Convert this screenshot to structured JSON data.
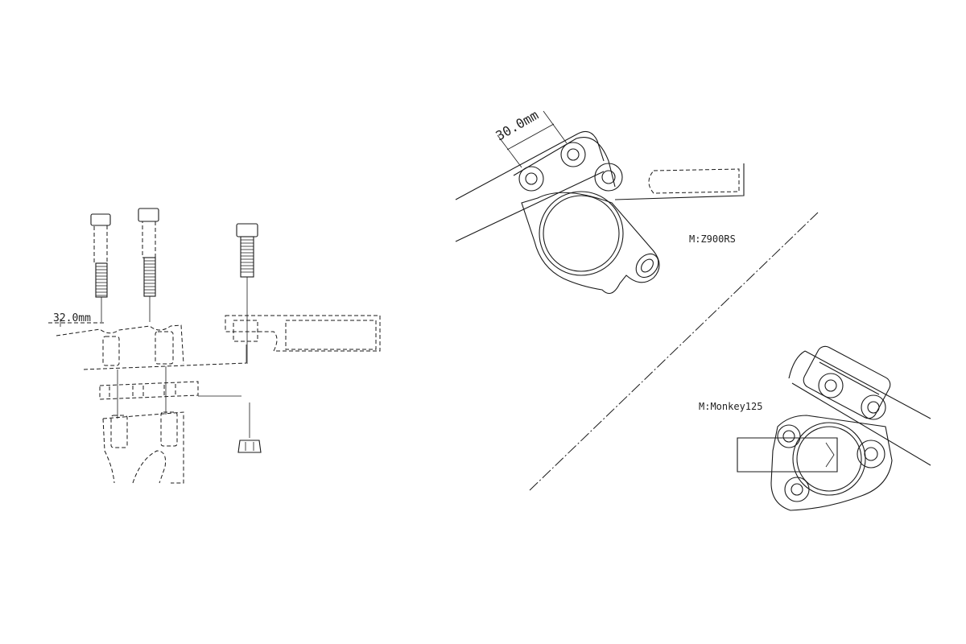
{
  "labels": {
    "dim_left": "32.0mm",
    "dim_top": "30.0mm",
    "model_upper": "M:Z900RS",
    "model_lower": "M:Monkey125"
  }
}
